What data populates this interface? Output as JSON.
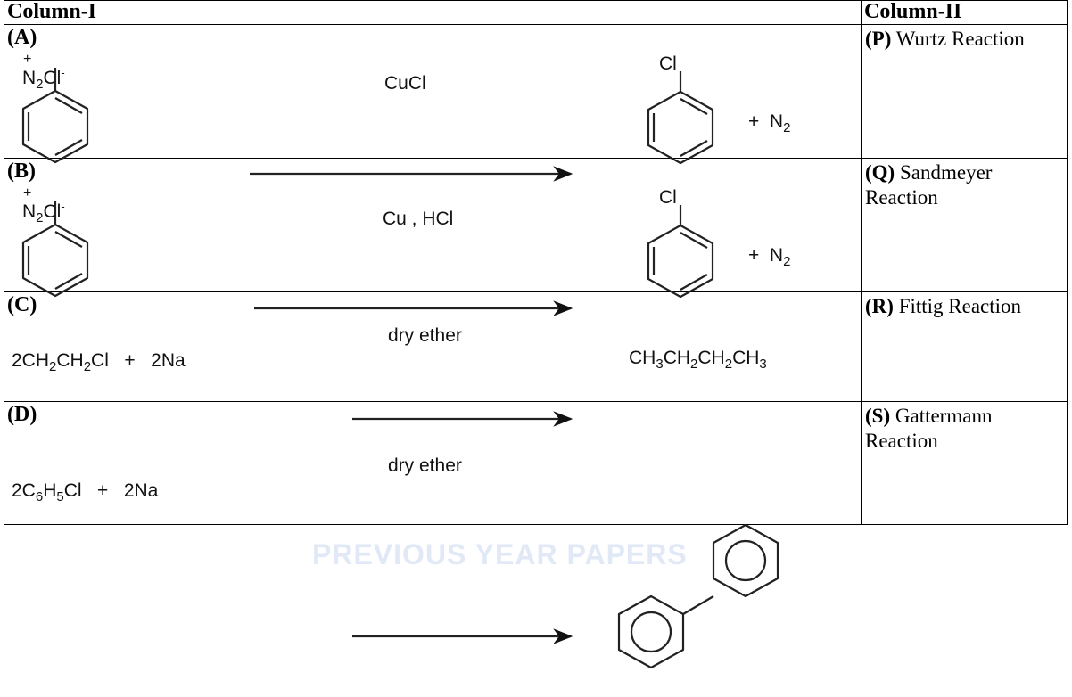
{
  "header": {
    "col1": "Column-I",
    "col2": "Column-II"
  },
  "rows": [
    {
      "letter": "(A)",
      "reactant_label": "N₂Cl⁻",
      "reagent": "CuCl",
      "product_sub": "Cl",
      "byproduct": "+ N₂",
      "match_letter": "(P)",
      "match_name": "Wurtz Reaction"
    },
    {
      "letter": "(B)",
      "reactant_label": "N₂Cl⁻",
      "reagent": "Cu , HCl",
      "product_sub": "Cl",
      "byproduct": "+ N₂",
      "match_letter": "(Q)",
      "match_name": "Sandmeyer Reaction"
    },
    {
      "letter": "(C)",
      "reactant": "2CH₂CH₂Cl + 2Na",
      "reagent": "dry ether",
      "product": "CH₃CH₂CH₂CH₃",
      "match_letter": "(R)",
      "match_name": "Fittig Reaction"
    },
    {
      "letter": "(D)",
      "reactant": "2C₆H₅Cl + 2Na",
      "reagent": "dry ether",
      "match_letter": "(S)",
      "match_name": "Gattermann Reaction"
    }
  ],
  "watermark": "PREVIOUS YEAR PAPERS"
}
